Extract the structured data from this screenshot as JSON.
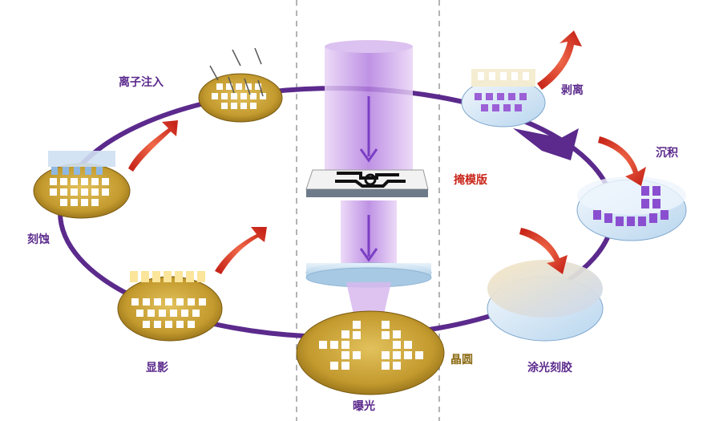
{
  "labels": {
    "ion_implant": "离子注入",
    "etch": "刻蚀",
    "develop": "显影",
    "exposure": "曝光",
    "wafer": "晶圆",
    "mask": "掩模版",
    "strip": "剥离",
    "deposit": "沉积",
    "coat": "涂光刻胶"
  },
  "colors": {
    "cycle_ring": "#5b2a8c",
    "wafer_gold": "#c8a23a",
    "arrow_red": "#e0402a",
    "light_beam": "#c9a2e6",
    "chip_white": "#ffffff",
    "resist_violet": "#8a4fd0"
  }
}
